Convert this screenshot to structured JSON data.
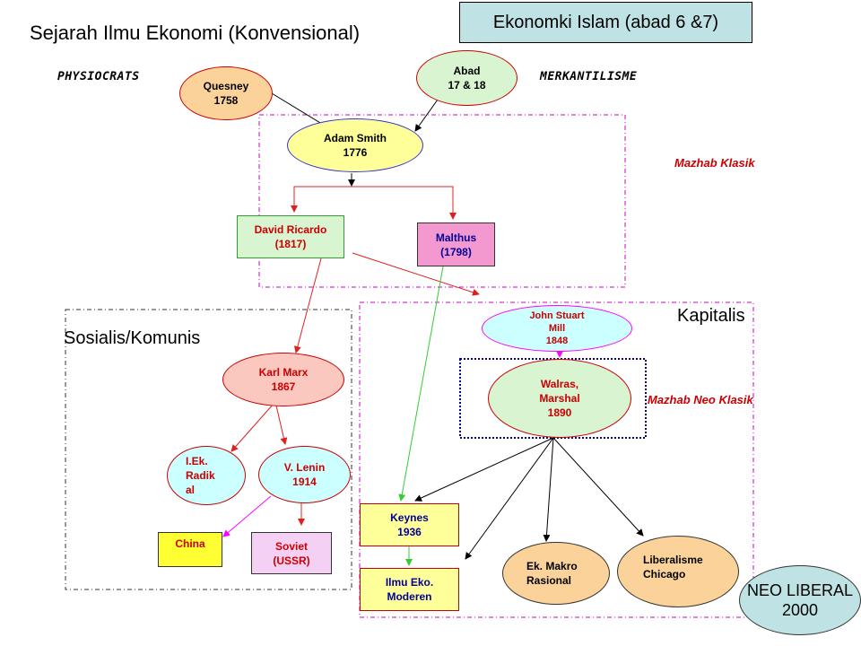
{
  "title": "Sejarah Ilmu Ekonomi (Konvensional)",
  "islam_box": "Ekonomki Islam (abad 6 &7)",
  "labels": {
    "physiocrats": "PHYSIOCRATS",
    "merkantilisme": "MERKANTILISME",
    "mazhab_klasik": "Mazhab  Klasik",
    "kapitalis": "Kapitalis",
    "sosialis": "Sosialis/Komunis",
    "mazhab_neo_klasik": "Mazhab Neo Klasik"
  },
  "nodes": {
    "quesney": "Quesney\n1758",
    "abad": "Abad\n17  & 18",
    "adam_smith": "Adam Smith\n1776",
    "ricardo": "David Ricardo\n(1817)",
    "malthus": "Malthus\n(1798)",
    "mill": "John Stuart\nMill\n1848",
    "walras": "Walras,\nMarshal\n1890",
    "marx": "Karl Marx\n1867",
    "ieh": "I.Ek.\nRadik\nal",
    "lenin": "V. Lenin\n1914",
    "china": "China",
    "soviet": "Soviet\n(USSR)",
    "keynes": "Keynes\n1936",
    "ilmu_eko": "Ilmu Eko.\nModeren",
    "makro": "Ek. Makro\nRasional",
    "chicago": "Liberalisme\nChicago",
    "neo_liberal": "NEO LIBERAL\n2000"
  },
  "colors": {
    "red_arrow": "#e02020",
    "black_arrow": "#000000",
    "green_arrow": "#33cc33",
    "magenta_arrow": "#ff00ff",
    "orange_fill": "#fbd39a",
    "green_fill": "#d8f4d0",
    "yellow_fill": "#ffff99",
    "pink_fill": "#f499cf",
    "cyan_fill": "#ccffff",
    "salmon_fill": "#fbc8c0",
    "teal_fill": "#bfe3e4",
    "violet_fill": "#f5d0f5",
    "dash_magenta": "#cc00cc",
    "dot_blue": "#000099"
  }
}
